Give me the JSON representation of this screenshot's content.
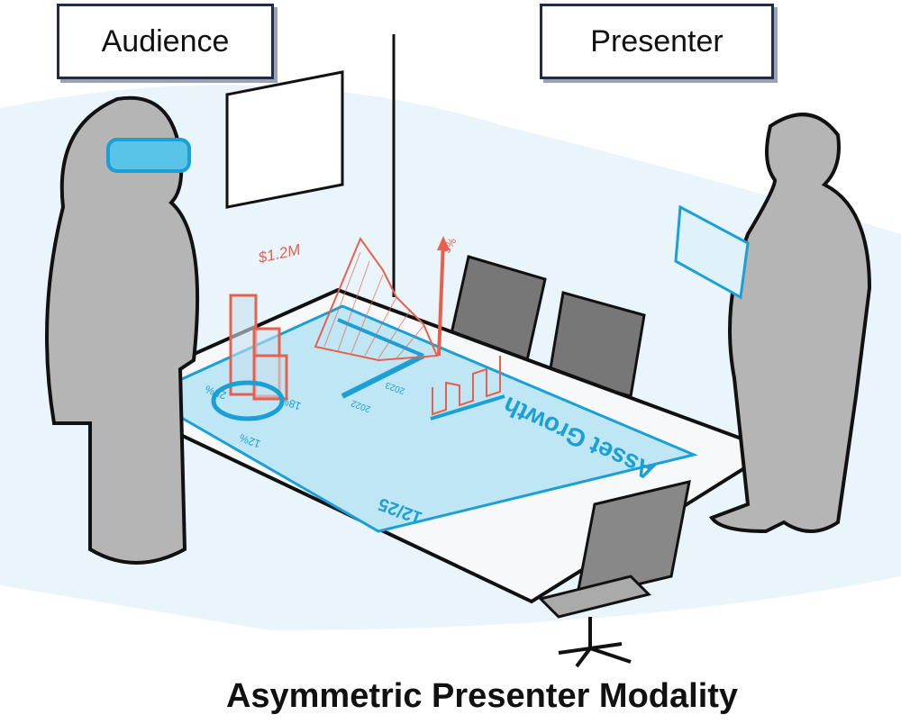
{
  "labels": {
    "audience": "Audience",
    "presenter": "Presenter"
  },
  "caption": "Asymmetric Presenter Modality",
  "table_display": {
    "title": "Asset Growth",
    "date": "12/25",
    "annotations": {
      "value": "$1.2M",
      "peak": "9%",
      "pct_a": "18%",
      "pct_b": "12%",
      "pct_c": "25%",
      "year_a": "2022",
      "year_b": "2023"
    }
  },
  "colors": {
    "hologram_red": "#e8604c",
    "display_blue": "#1a9fd6",
    "figure_gray": "#b5b5b5",
    "box_border": "#1f2b4d"
  }
}
